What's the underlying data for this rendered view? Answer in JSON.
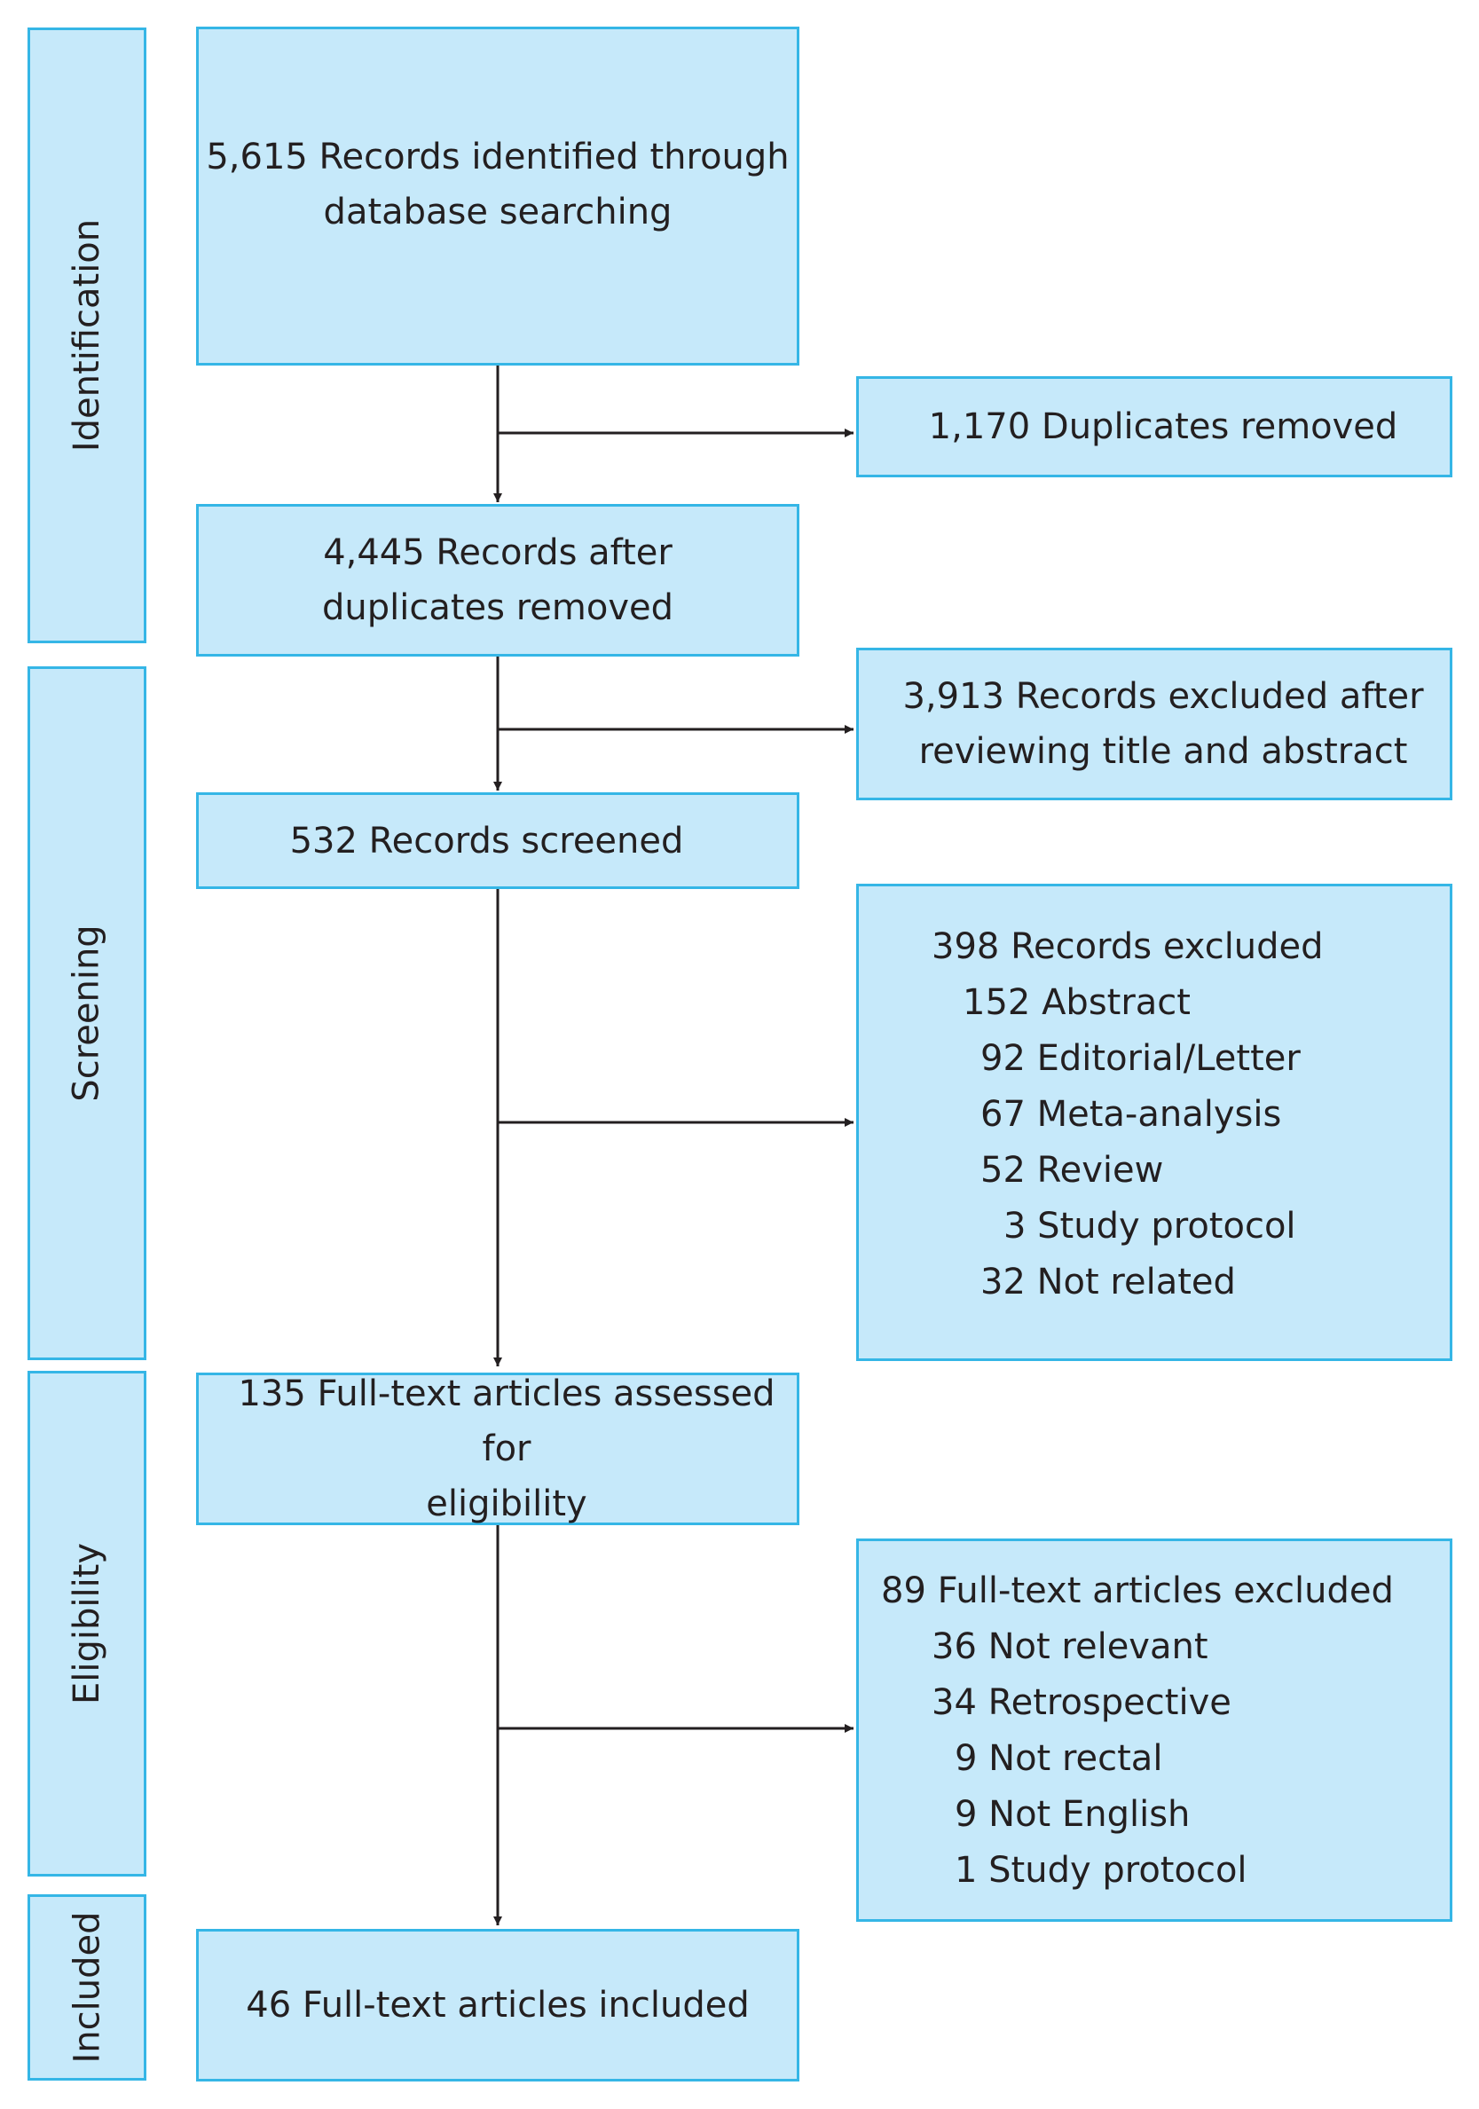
{
  "phases": {
    "identification": "Identification",
    "screening": "Screening",
    "eligibility": "Eligibility",
    "included": "Included"
  },
  "boxes": {
    "records_identified": "5,615 Records identified through\ndatabase searching",
    "duplicates_removed": "1,170 Duplicates removed",
    "after_duplicates": "4,445 Records after\nduplicates removed",
    "excluded_title_abstract": "3,913 Records excluded after\nreviewing title and abstract",
    "records_screened": "532 Records screened",
    "fulltext_assessed": "135 Full-text articles assessed for\neligibility",
    "fulltext_included": "46 Full-text articles included"
  },
  "records_excluded": {
    "header": "398 Records excluded",
    "items": [
      "152 Abstract",
      "92 Editorial/Letter",
      "67 Meta-analysis",
      "52 Review",
      "3 Study protocol",
      "32 Not related"
    ]
  },
  "fulltext_excluded": {
    "header": "89 Full-text articles excluded",
    "items": [
      "36 Not relevant",
      "34 Retrospective",
      "9 Not rectal",
      "9 Not English",
      "1 Study protocol"
    ]
  },
  "colors": {
    "box_fill": "#c6e9fa",
    "box_border": "#35b6e6",
    "line": "#231f20"
  }
}
